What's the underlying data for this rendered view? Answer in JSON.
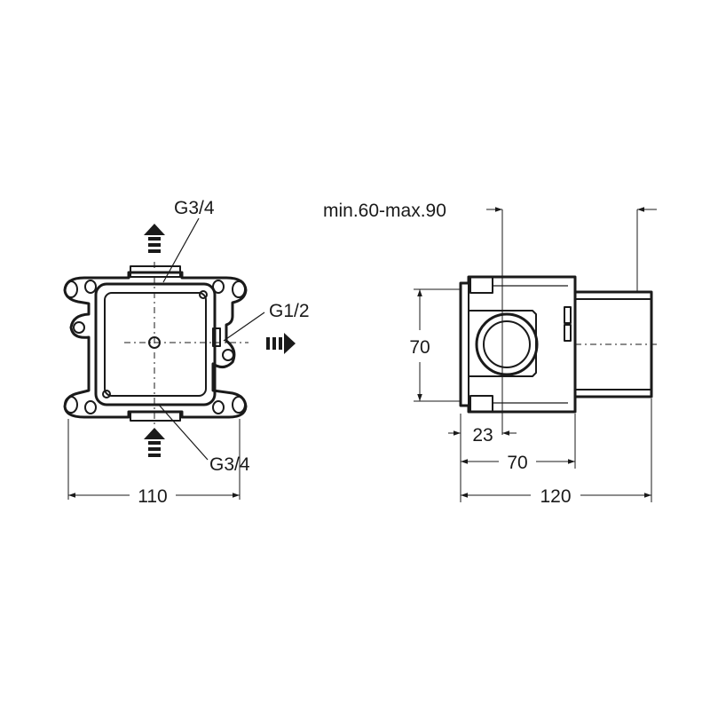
{
  "labels": {
    "top_port": "G3/4",
    "side_port": "G1/2",
    "bottom_port": "G3/4",
    "wall_depth": "min.60-max.90"
  },
  "dimensions": {
    "front_width": "110",
    "side_height": "70",
    "side_offset": "23",
    "side_body_depth": "70",
    "side_total_depth": "120"
  },
  "colors": {
    "ink": "#1a1a1a",
    "background": "#ffffff"
  }
}
